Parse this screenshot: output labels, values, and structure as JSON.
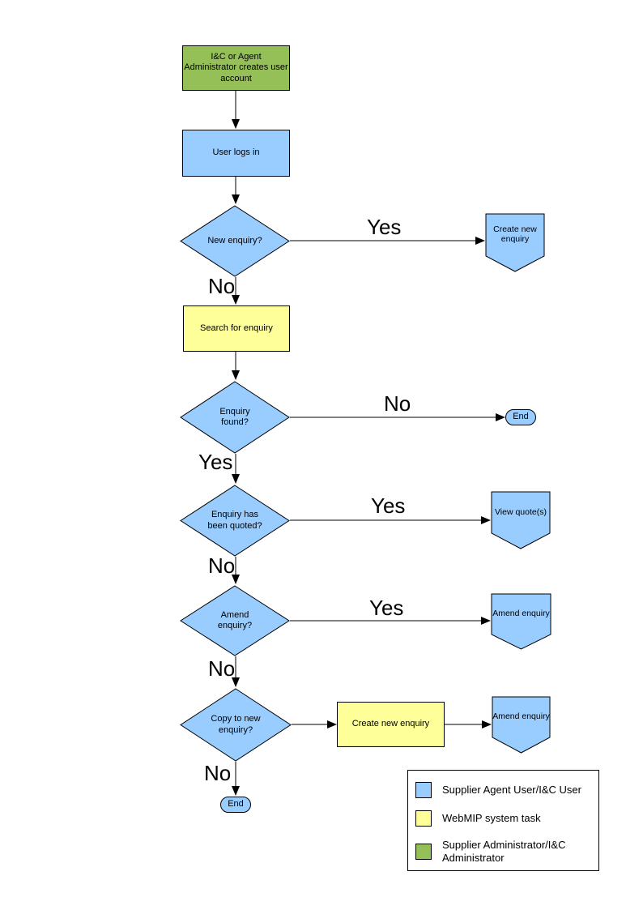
{
  "colors": {
    "user": "#99CCFF",
    "system": "#FFFF99",
    "admin": "#94C057",
    "line": "#000000"
  },
  "nodes": [
    {
      "id": "account-creation",
      "type": "process",
      "actor": "admin",
      "label": "I&C or Agent Administrator creates user account"
    },
    {
      "id": "user-login",
      "type": "process",
      "actor": "user",
      "label": "User logs in"
    },
    {
      "id": "new-enquiry-decision",
      "type": "decision",
      "actor": "user",
      "label": "New enquiry?"
    },
    {
      "id": "create-new-enquiry-link",
      "type": "offpage",
      "actor": "user",
      "label": "Create new enquiry"
    },
    {
      "id": "search-for-enquiry",
      "type": "process",
      "actor": "system",
      "label": "Search for enquiry"
    },
    {
      "id": "enquiry-found-decision",
      "type": "decision",
      "actor": "user",
      "label": "Enquiry found?"
    },
    {
      "id": "end-1",
      "type": "terminator",
      "actor": "user",
      "label": "End"
    },
    {
      "id": "enquiry-quoted-decision",
      "type": "decision",
      "actor": "user",
      "label": "Enquiry has been quoted?"
    },
    {
      "id": "view-quotes-link",
      "type": "offpage",
      "actor": "user",
      "label": "View quote(s)"
    },
    {
      "id": "amend-enquiry-decision",
      "type": "decision",
      "actor": "user",
      "label": "Amend enquiry?"
    },
    {
      "id": "amend-enquiry-link-1",
      "type": "offpage",
      "actor": "user",
      "label": "Amend enquiry"
    },
    {
      "id": "copy-to-new-decision",
      "type": "decision",
      "actor": "user",
      "label": "Copy to new enquiry?"
    },
    {
      "id": "create-new-enquiry-task",
      "type": "process",
      "actor": "system",
      "label": "Create new enquiry"
    },
    {
      "id": "amend-enquiry-link-2",
      "type": "offpage",
      "actor": "user",
      "label": "Amend enquiry"
    },
    {
      "id": "end-2",
      "type": "terminator",
      "actor": "user",
      "label": "End"
    }
  ],
  "edge_labels": [
    {
      "id": "new-enquiry-yes",
      "text": "Yes"
    },
    {
      "id": "new-enquiry-no",
      "text": "No"
    },
    {
      "id": "enquiry-found-no",
      "text": "No"
    },
    {
      "id": "enquiry-found-yes",
      "text": "Yes"
    },
    {
      "id": "quoted-yes",
      "text": "Yes"
    },
    {
      "id": "quoted-no",
      "text": "No"
    },
    {
      "id": "amend-yes",
      "text": "Yes"
    },
    {
      "id": "amend-no",
      "text": "No"
    },
    {
      "id": "copy-no",
      "text": "No"
    }
  ],
  "legend": {
    "items": [
      {
        "swatch": "user",
        "label": "Supplier Agent User/I&C User"
      },
      {
        "swatch": "system",
        "label": "WebMIP system task"
      },
      {
        "swatch": "admin",
        "label": "Supplier Administrator/I&C Administrator"
      }
    ]
  }
}
